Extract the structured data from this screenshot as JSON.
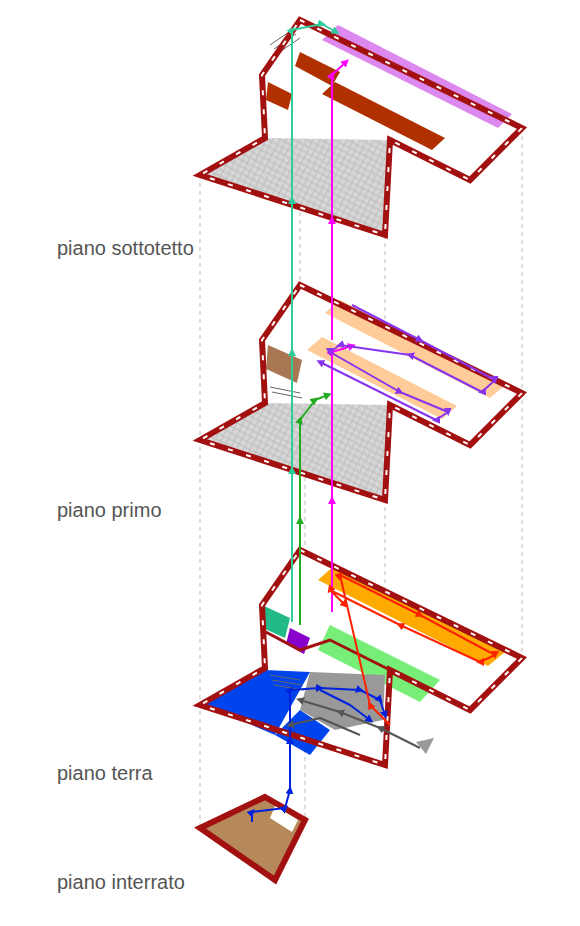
{
  "diagram": {
    "labels": [
      "piano sottotetto",
      "piano primo",
      "piano terra",
      "piano interrato"
    ]
  }
}
